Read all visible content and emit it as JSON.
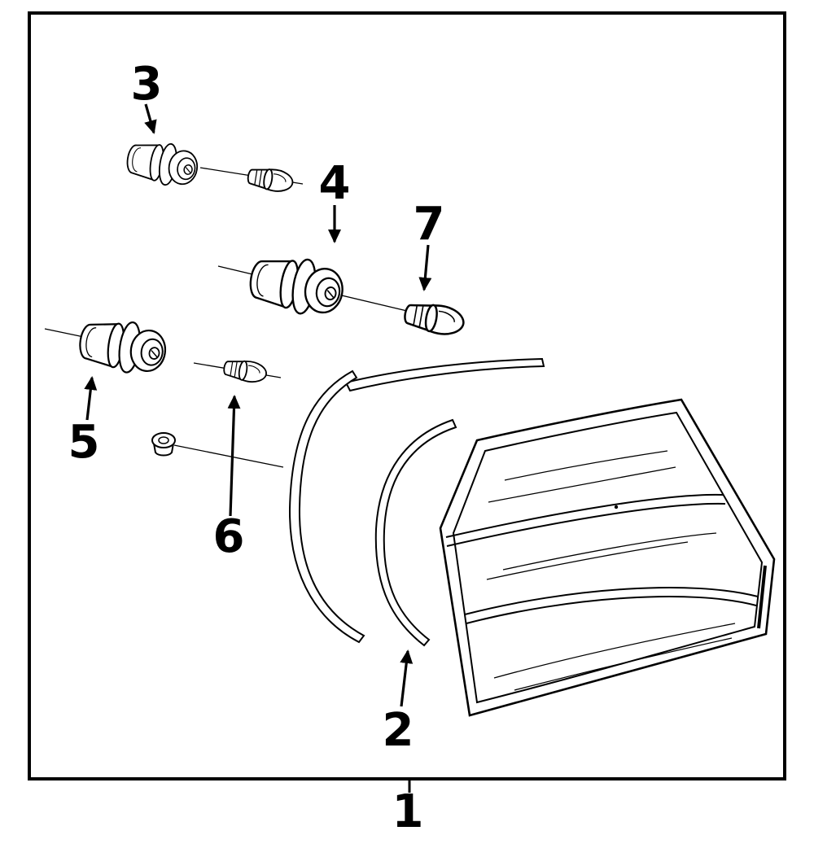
{
  "diagram": {
    "colors": {
      "line": "#000000",
      "background": "#ffffff"
    },
    "callouts": {
      "c1": "1",
      "c2": "2",
      "c3": "3",
      "c4": "4",
      "c5": "5",
      "c6": "6",
      "c7": "7"
    }
  }
}
